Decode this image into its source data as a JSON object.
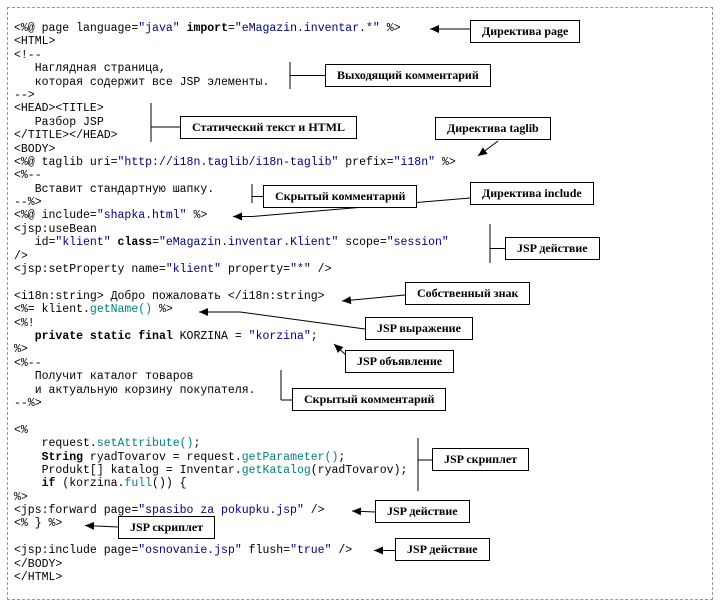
{
  "colors": {
    "code_text": "#000000",
    "string_literal": "#000080",
    "method_name": "#008080",
    "label_border": "#000000",
    "page_border": "#999999"
  },
  "labels": [
    {
      "text": "Директива page"
    },
    {
      "text": "Выходящий комментарий"
    },
    {
      "text": "Статический текст и HTML"
    },
    {
      "text": "Директива taglib"
    },
    {
      "text": "Скрытый комментарий"
    },
    {
      "text": "Директива include"
    },
    {
      "text": "JSP действие"
    },
    {
      "text": "Собственный знак"
    },
    {
      "text": "JSP выражение"
    },
    {
      "text": "JSP объявление"
    },
    {
      "text": "Скрытый комментарий"
    },
    {
      "text": "JSP скриплет"
    },
    {
      "text": "JSP действие"
    },
    {
      "text": "JSP скриплет"
    },
    {
      "text": "JSP действие"
    }
  ],
  "code": {
    "lines": [
      {
        "segs": [
          {
            "t": "<%@ page language=",
            "s": "n"
          },
          {
            "t": "\"java\"",
            "s": "q"
          },
          {
            "t": " ",
            "s": "n"
          },
          {
            "t": "import",
            "s": "b"
          },
          {
            "t": "=",
            "s": "n"
          },
          {
            "t": "\"eMagazin.inventar.*\"",
            "s": "q"
          },
          {
            "t": " %>",
            "s": "n"
          }
        ]
      },
      {
        "segs": [
          {
            "t": "<HTML>",
            "s": "n"
          }
        ]
      },
      {
        "segs": [
          {
            "t": "<!--",
            "s": "n"
          }
        ]
      },
      {
        "segs": [
          {
            "t": "   Наглядная страница,",
            "s": "n"
          }
        ]
      },
      {
        "segs": [
          {
            "t": "   которая содержит все JSP элементы.",
            "s": "n"
          }
        ]
      },
      {
        "segs": [
          {
            "t": "-->",
            "s": "n"
          }
        ]
      },
      {
        "segs": [
          {
            "t": "<HEAD><TITLE>",
            "s": "n"
          }
        ]
      },
      {
        "segs": [
          {
            "t": "   Разбор JSP",
            "s": "n"
          }
        ]
      },
      {
        "segs": [
          {
            "t": "</TITLE></HEAD>",
            "s": "n"
          }
        ]
      },
      {
        "segs": [
          {
            "t": "<BODY>",
            "s": "n"
          }
        ]
      },
      {
        "segs": [
          {
            "t": "<%@ taglib uri=",
            "s": "n"
          },
          {
            "t": "\"http://i18n.taglib/i18n-taglib\"",
            "s": "q"
          },
          {
            "t": " prefix=",
            "s": "n"
          },
          {
            "t": "\"i18n\"",
            "s": "q"
          },
          {
            "t": " %>",
            "s": "n"
          }
        ]
      },
      {
        "segs": [
          {
            "t": "<%--",
            "s": "n"
          }
        ]
      },
      {
        "segs": [
          {
            "t": "   Вставит стандартную шапку.",
            "s": "n"
          }
        ]
      },
      {
        "segs": [
          {
            "t": "--%>",
            "s": "n"
          }
        ]
      },
      {
        "segs": [
          {
            "t": "<%@ include=",
            "s": "n"
          },
          {
            "t": "\"shapka.html\"",
            "s": "q"
          },
          {
            "t": " %>",
            "s": "n"
          }
        ]
      },
      {
        "segs": [
          {
            "t": "<jsp:useBean",
            "s": "n"
          }
        ]
      },
      {
        "segs": [
          {
            "t": "   id=",
            "s": "n"
          },
          {
            "t": "\"klient\"",
            "s": "q"
          },
          {
            "t": " ",
            "s": "n"
          },
          {
            "t": "class",
            "s": "b"
          },
          {
            "t": "=",
            "s": "n"
          },
          {
            "t": "\"eMagazin.inventar.Klient\"",
            "s": "q"
          },
          {
            "t": " scope=",
            "s": "n"
          },
          {
            "t": "\"session\"",
            "s": "q"
          }
        ]
      },
      {
        "segs": [
          {
            "t": "/>",
            "s": "n"
          }
        ]
      },
      {
        "segs": [
          {
            "t": "<jsp:setProperty name=",
            "s": "n"
          },
          {
            "t": "\"klient\"",
            "s": "q"
          },
          {
            "t": " property=",
            "s": "n"
          },
          {
            "t": "\"*\"",
            "s": "q"
          },
          {
            "t": " />",
            "s": "n"
          }
        ]
      },
      {
        "segs": []
      },
      {
        "segs": [
          {
            "t": "<i18n:string> Добро пожаловать </i18n:string>",
            "s": "n"
          }
        ]
      },
      {
        "segs": [
          {
            "t": "<%= klient.",
            "s": "n"
          },
          {
            "t": "getName()",
            "s": "m"
          },
          {
            "t": " %>",
            "s": "n"
          }
        ]
      },
      {
        "segs": [
          {
            "t": "<%!",
            "s": "n"
          }
        ]
      },
      {
        "segs": [
          {
            "t": "   ",
            "s": "n"
          },
          {
            "t": "private static final",
            "s": "b"
          },
          {
            "t": " KORZINA = ",
            "s": "n"
          },
          {
            "t": "\"korzina\"",
            "s": "q"
          },
          {
            "t": ";",
            "s": "n"
          }
        ]
      },
      {
        "segs": [
          {
            "t": "%>",
            "s": "n"
          }
        ]
      },
      {
        "segs": [
          {
            "t": "<%--",
            "s": "n"
          }
        ]
      },
      {
        "segs": [
          {
            "t": "   Получит каталог товаров",
            "s": "n"
          }
        ]
      },
      {
        "segs": [
          {
            "t": "   и актуальную корзину покупателя.",
            "s": "n"
          }
        ]
      },
      {
        "segs": [
          {
            "t": "--%>",
            "s": "n"
          }
        ]
      },
      {
        "segs": []
      },
      {
        "segs": [
          {
            "t": "<%",
            "s": "n"
          }
        ]
      },
      {
        "segs": [
          {
            "t": "    request.",
            "s": "n"
          },
          {
            "t": "setAttribute()",
            "s": "m"
          },
          {
            "t": ";",
            "s": "n"
          }
        ]
      },
      {
        "segs": [
          {
            "t": "    ",
            "s": "n"
          },
          {
            "t": "String",
            "s": "b"
          },
          {
            "t": " ryadTovarov = request.",
            "s": "n"
          },
          {
            "t": "getParameter()",
            "s": "m"
          },
          {
            "t": ";",
            "s": "n"
          }
        ]
      },
      {
        "segs": [
          {
            "t": "    Produkt[] katalog = Inventar.",
            "s": "n"
          },
          {
            "t": "getKatalog",
            "s": "m"
          },
          {
            "t": "(ryadTovarov);",
            "s": "n"
          }
        ]
      },
      {
        "segs": [
          {
            "t": "    ",
            "s": "n"
          },
          {
            "t": "if",
            "s": "b"
          },
          {
            "t": " (korzina.",
            "s": "n"
          },
          {
            "t": "full",
            "s": "m"
          },
          {
            "t": "()) {",
            "s": "n"
          }
        ]
      },
      {
        "segs": [
          {
            "t": "%>",
            "s": "n"
          }
        ]
      },
      {
        "segs": [
          {
            "t": "<jps:forward page=",
            "s": "n"
          },
          {
            "t": "\"spasibo za pokupku.jsp\"",
            "s": "q"
          },
          {
            "t": " />",
            "s": "n"
          }
        ]
      },
      {
        "segs": [
          {
            "t": "<% } %>",
            "s": "n"
          }
        ]
      },
      {
        "segs": []
      },
      {
        "segs": [
          {
            "t": "<jsp:include page=",
            "s": "n"
          },
          {
            "t": "\"osnovanie.jsp\"",
            "s": "q"
          },
          {
            "t": " flush=",
            "s": "n"
          },
          {
            "t": "\"true\"",
            "s": "q"
          },
          {
            "t": " />",
            "s": "n"
          }
        ]
      },
      {
        "segs": [
          {
            "t": "</BODY>",
            "s": "n"
          }
        ]
      },
      {
        "segs": [
          {
            "t": "</HTML>",
            "s": "n"
          }
        ]
      }
    ]
  }
}
